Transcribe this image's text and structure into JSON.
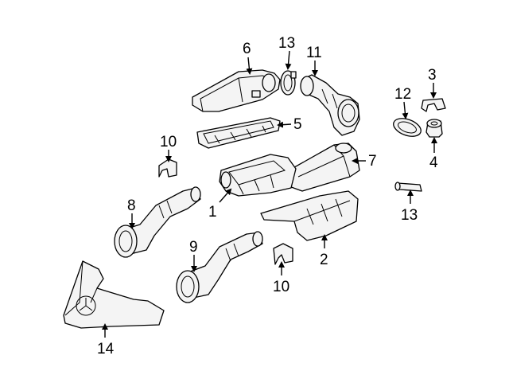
{
  "diagram": {
    "callouts": [
      {
        "id": "c6",
        "text": "6"
      },
      {
        "id": "c13a",
        "text": "13"
      },
      {
        "id": "c11",
        "text": "11"
      },
      {
        "id": "c3",
        "text": "3"
      },
      {
        "id": "c12",
        "text": "12"
      },
      {
        "id": "c5",
        "text": "5"
      },
      {
        "id": "c10a",
        "text": "10"
      },
      {
        "id": "c7",
        "text": "7"
      },
      {
        "id": "c4",
        "text": "4"
      },
      {
        "id": "c1",
        "text": "1"
      },
      {
        "id": "c8",
        "text": "8"
      },
      {
        "id": "c13b",
        "text": "13"
      },
      {
        "id": "c2",
        "text": "2"
      },
      {
        "id": "c9",
        "text": "9"
      },
      {
        "id": "c10b",
        "text": "10"
      },
      {
        "id": "c14",
        "text": "14"
      }
    ]
  }
}
